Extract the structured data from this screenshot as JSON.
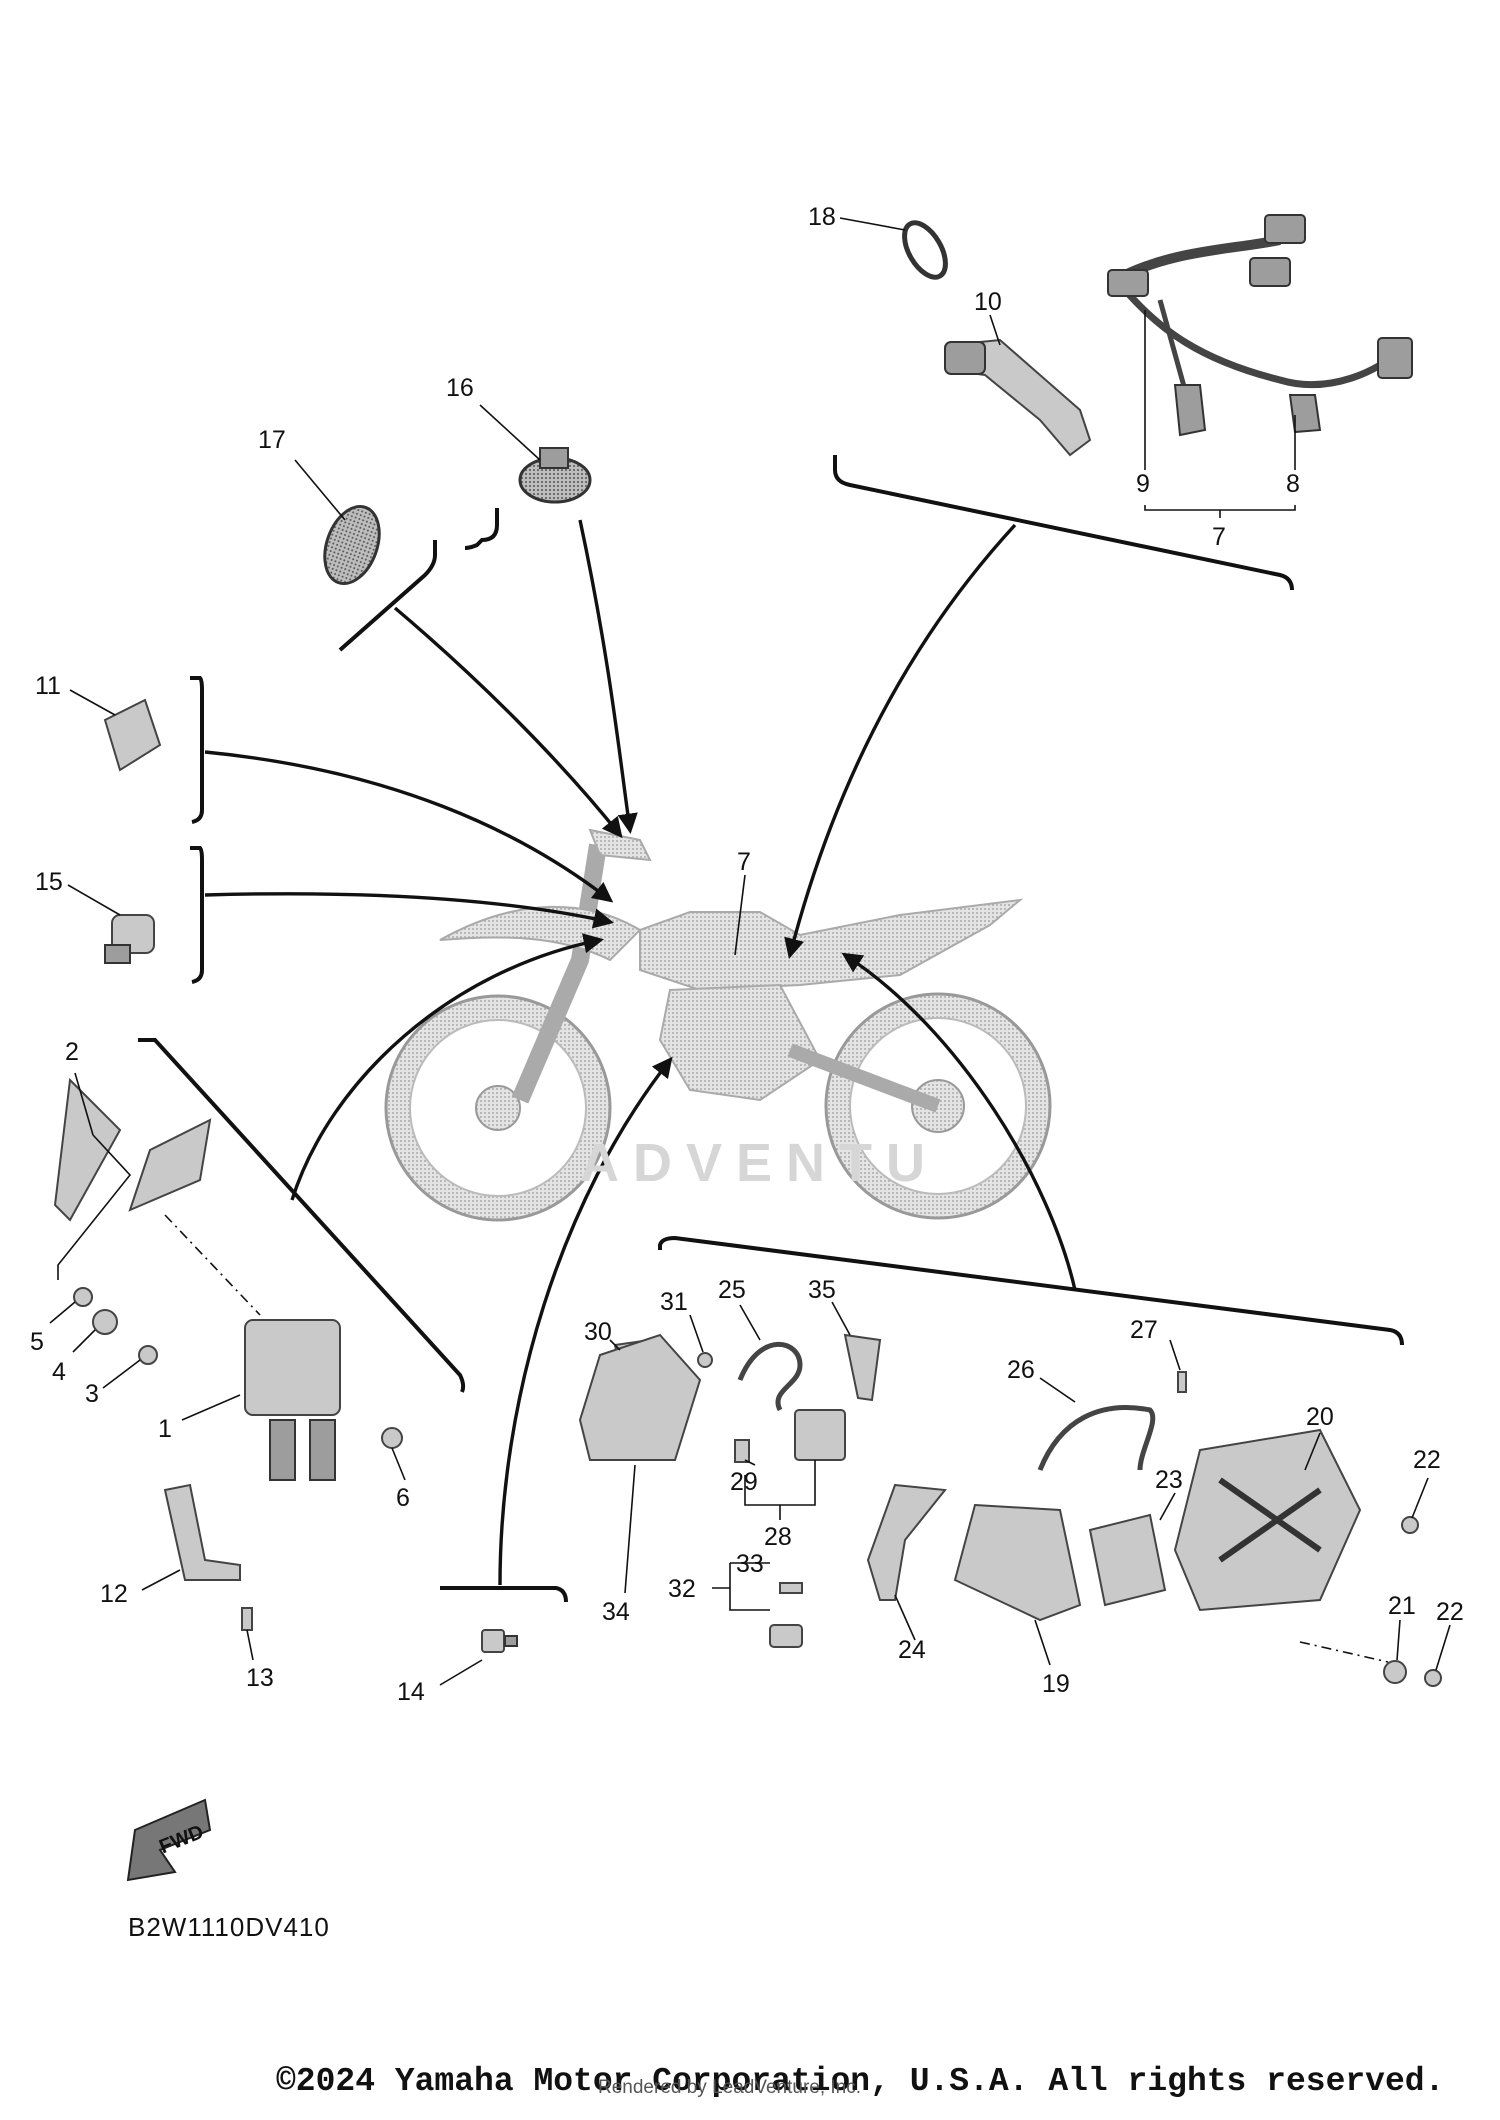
{
  "diagram": {
    "callouts": [
      "1",
      "2",
      "3",
      "4",
      "5",
      "6",
      "7",
      "8",
      "9",
      "10",
      "11",
      "12",
      "13",
      "14",
      "15",
      "16",
      "17",
      "18",
      "19",
      "20",
      "21",
      "22",
      "23",
      "24",
      "25",
      "26",
      "27",
      "28",
      "29",
      "30",
      "31",
      "32",
      "33",
      "34",
      "35"
    ],
    "callout_7_group": "7",
    "callout_7_bike": "7",
    "callout_22_b": "22",
    "fwd_label": "FWD",
    "drawing_code": "B2W1110DV410",
    "watermark": "ADVENTU",
    "copyright": "©2024 Yamaha Motor Corporation, U.S.A. All rights reserved.",
    "rendered_by": "Rendered by LeadVenture, Inc."
  }
}
